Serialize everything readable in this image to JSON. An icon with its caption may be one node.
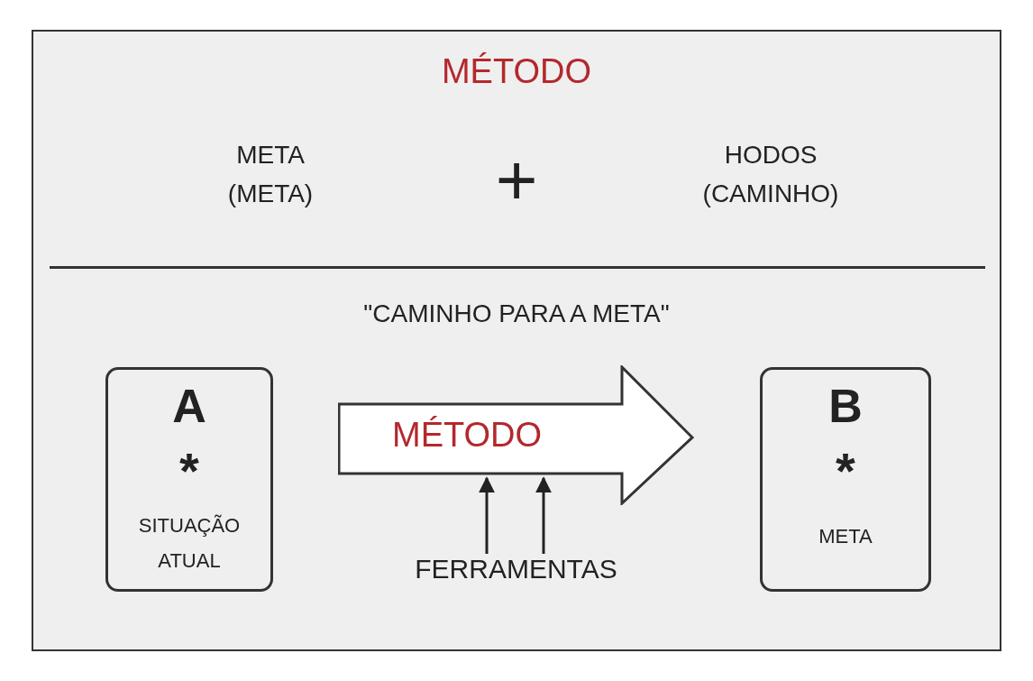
{
  "diagram": {
    "title": "MÉTODO",
    "nodes": [
      {
        "text": [
          "META (META)"
        ]
      },
      {
        "text": [
          "HODOS (CAMINHO)"
        ]
      },
      {
        "text": [
          "A",
          "*",
          "SITUAÇÃO ATUAL"
        ]
      },
      {
        "text": [
          "MÉTODO"
        ]
      },
      {
        "text": [
          "B",
          "*",
          "META"
        ]
      },
      {
        "text": [
          "FERRAMENTAS"
        ]
      }
    ],
    "edges": [
      {
        "from": 5,
        "to": 3,
        "arrow": "to"
      },
      {
        "from": 5,
        "to": 3,
        "arrow": "to"
      }
    ],
    "labels": [
      "+",
      "\"CAMINHO PARA A META\""
    ]
  }
}
